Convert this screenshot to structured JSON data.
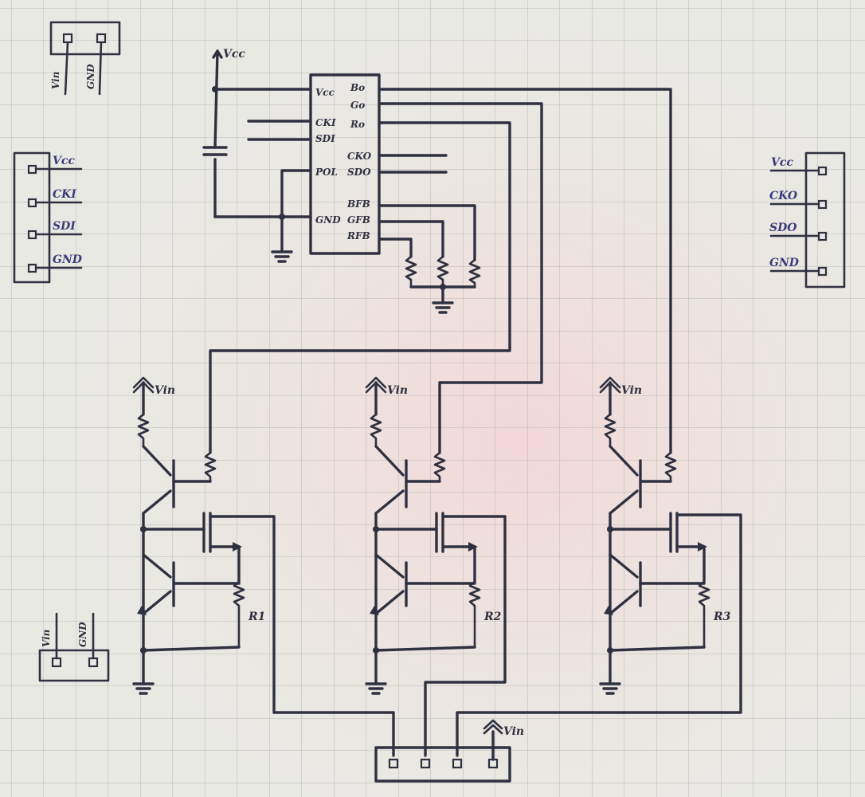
{
  "header_top": {
    "pins": [
      "Vin",
      "GND"
    ]
  },
  "vcc_label": "Vcc",
  "chip": {
    "left_pins": [
      "Vcc",
      "CKI",
      "SDI",
      "POL",
      "GND"
    ],
    "right_pins": [
      "Bo",
      "Go",
      "Ro",
      "CKO",
      "SDO",
      "BFB",
      "GFB",
      "RFB"
    ]
  },
  "header_left": {
    "pins": [
      "Vcc",
      "CKI",
      "SDI",
      "GND"
    ]
  },
  "header_right": {
    "pins": [
      "Vcc",
      "CKO",
      "SDO",
      "GND"
    ]
  },
  "header_power_bottom": {
    "pins": [
      "Vin",
      "GND"
    ]
  },
  "channels": [
    {
      "vin_label": "Vin",
      "sense_resistor": "R1"
    },
    {
      "vin_label": "Vin",
      "sense_resistor": "R2"
    },
    {
      "vin_label": "Vin",
      "sense_resistor": "R3"
    }
  ],
  "output_header": {
    "vin_label": "Vin"
  },
  "colors": {
    "paper": "#e9e9e4",
    "grid": "#b9bab6",
    "ink": "#2f3140",
    "blue_ink": "#3a3a78"
  }
}
